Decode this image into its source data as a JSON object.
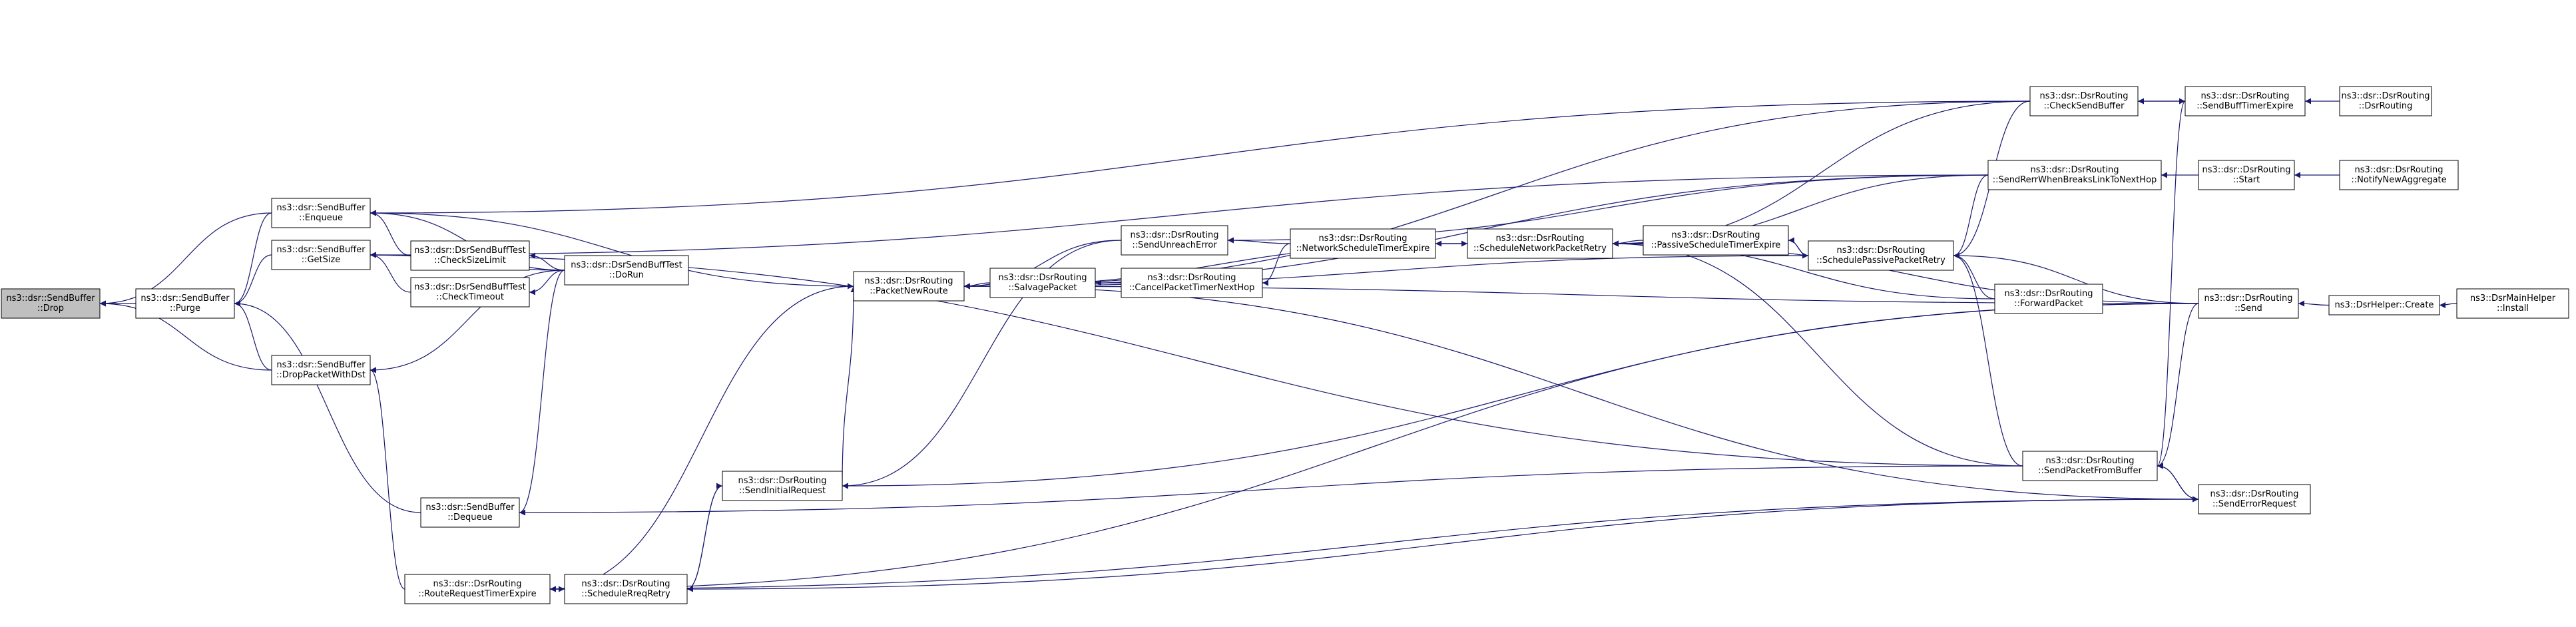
{
  "graph": {
    "title": "",
    "colors": {
      "edge": "#191970",
      "node_border": "#000000",
      "root_fill": "#bfbfbf",
      "node_fill": "#ffffff"
    },
    "nodes": [
      {
        "id": "drop",
        "lines": [
          "ns3::dsr::SendBuffer",
          "::Drop"
        ],
        "root": true
      },
      {
        "id": "purge",
        "lines": [
          "ns3::dsr::SendBuffer",
          "::Purge"
        ]
      },
      {
        "id": "enqueue",
        "lines": [
          "ns3::dsr::SendBuffer",
          "::Enqueue"
        ]
      },
      {
        "id": "getsize",
        "lines": [
          "ns3::dsr::SendBuffer",
          "::GetSize"
        ]
      },
      {
        "id": "droppacketwithdst",
        "lines": [
          "ns3::dsr::SendBuffer",
          "::DropPacketWithDst"
        ]
      },
      {
        "id": "checksizelimit",
        "lines": [
          "ns3::dsr::DsrSendBuffTest",
          "::CheckSizeLimit"
        ]
      },
      {
        "id": "checktimeout",
        "lines": [
          "ns3::dsr::DsrSendBuffTest",
          "::CheckTimeout"
        ]
      },
      {
        "id": "dorun",
        "lines": [
          "ns3::dsr::DsrSendBuffTest",
          "::DoRun"
        ]
      },
      {
        "id": "dequeue",
        "lines": [
          "ns3::dsr::SendBuffer",
          "::Dequeue"
        ]
      },
      {
        "id": "routerequesttimerexpire",
        "lines": [
          "ns3::dsr::DsrRouting",
          "::RouteRequestTimerExpire"
        ]
      },
      {
        "id": "schedulereqretry",
        "lines": [
          "ns3::dsr::DsrRouting",
          "::ScheduleRreqRetry"
        ]
      },
      {
        "id": "sendinitialrequest",
        "lines": [
          "ns3::dsr::DsrRouting",
          "::SendInitialRequest"
        ]
      },
      {
        "id": "packetnewroute",
        "lines": [
          "ns3::dsr::DsrRouting",
          "::PacketNewRoute"
        ]
      },
      {
        "id": "salvagepacket",
        "lines": [
          "ns3::dsr::DsrRouting",
          "::SalvagePacket"
        ]
      },
      {
        "id": "sendunreacherror",
        "lines": [
          "ns3::dsr::DsrRouting",
          "::SendUnreachError"
        ]
      },
      {
        "id": "cancelpackettimernexthop",
        "lines": [
          "ns3::dsr::DsrRouting",
          "::CancelPacketTimerNextHop"
        ]
      },
      {
        "id": "networkscheduletimerexpire",
        "lines": [
          "ns3::dsr::DsrRouting",
          "::NetworkScheduleTimerExpire"
        ]
      },
      {
        "id": "schedulenetworkpacketretry",
        "lines": [
          "ns3::dsr::DsrRouting",
          "::ScheduleNetworkPacketRetry"
        ]
      },
      {
        "id": "passivescheduletimerexpire",
        "lines": [
          "ns3::dsr::DsrRouting",
          "::PassiveScheduleTimerExpire"
        ]
      },
      {
        "id": "schedulepassivepacketretry",
        "lines": [
          "ns3::dsr::DsrRouting",
          "::SchedulePassivePacketRetry"
        ]
      },
      {
        "id": "forwardpacket",
        "lines": [
          "ns3::dsr::DsrRouting",
          "::ForwardPacket"
        ]
      },
      {
        "id": "checksendbuffer",
        "lines": [
          "ns3::dsr::DsrRouting",
          "::CheckSendBuffer"
        ]
      },
      {
        "id": "sendrerrwhenbreakslinktonexthop",
        "lines": [
          "ns3::dsr::DsrRouting",
          "::SendRerrWhenBreaksLinkToNextHop"
        ]
      },
      {
        "id": "sendpacketfrombuffer",
        "lines": [
          "ns3::dsr::DsrRouting",
          "::SendPacketFromBuffer"
        ]
      },
      {
        "id": "senderrorrequest",
        "lines": [
          "ns3::dsr::DsrRouting",
          "::SendErrorRequest"
        ]
      },
      {
        "id": "sendbufftimerexpire",
        "lines": [
          "ns3::dsr::DsrRouting",
          "::SendBuffTimerExpire"
        ]
      },
      {
        "id": "dsrrouting",
        "lines": [
          "ns3::dsr::DsrRouting",
          "::DsrRouting"
        ]
      },
      {
        "id": "start",
        "lines": [
          "ns3::dsr::DsrRouting",
          "::Start"
        ]
      },
      {
        "id": "notifynewaggregate",
        "lines": [
          "ns3::dsr::DsrRouting",
          "::NotifyNewAggregate"
        ]
      },
      {
        "id": "send",
        "lines": [
          "ns3::dsr::DsrRouting",
          "::Send"
        ]
      },
      {
        "id": "dsrhelpercreate",
        "lines": [
          "ns3::DsrHelper::Create"
        ]
      },
      {
        "id": "dsrmainhelperinstall",
        "lines": [
          "ns3::DsrMainHelper",
          "::Install"
        ]
      }
    ],
    "edges": [
      [
        "purge",
        "drop"
      ],
      [
        "enqueue",
        "drop"
      ],
      [
        "droppacketwithdst",
        "drop"
      ],
      [
        "getsize",
        "purge"
      ],
      [
        "enqueue",
        "purge"
      ],
      [
        "droppacketwithdst",
        "purge"
      ],
      [
        "dequeue",
        "purge"
      ],
      [
        "checksizelimit",
        "enqueue"
      ],
      [
        "dorun",
        "enqueue"
      ],
      [
        "packetnewroute",
        "enqueue"
      ],
      [
        "checksendbuffer",
        "enqueue"
      ],
      [
        "checksizelimit",
        "getsize"
      ],
      [
        "checktimeout",
        "getsize"
      ],
      [
        "dorun",
        "getsize"
      ],
      [
        "sendrerrwhenbreakslinktonexthop",
        "getsize"
      ],
      [
        "sendpacketfrombuffer",
        "getsize"
      ],
      [
        "dorun",
        "checksizelimit"
      ],
      [
        "dorun",
        "checktimeout"
      ],
      [
        "dorun",
        "droppacketwithdst"
      ],
      [
        "routerequesttimerexpire",
        "droppacketwithdst"
      ],
      [
        "dorun",
        "dequeue"
      ],
      [
        "sendpacketfrombuffer",
        "dequeue"
      ],
      [
        "schedulereqretry",
        "routerequesttimerexpire"
      ],
      [
        "send",
        "routerequesttimerexpire"
      ],
      [
        "senderrorrequest",
        "routerequesttimerexpire"
      ],
      [
        "routerequesttimerexpire",
        "packetnewroute"
      ],
      [
        "sendinitialrequest",
        "schedulereqretry"
      ],
      [
        "routerequesttimerexpire",
        "schedulereqretry"
      ],
      [
        "schedulereqretry",
        "sendinitialrequest"
      ],
      [
        "sendunreacherror",
        "sendinitialrequest"
      ],
      [
        "send",
        "sendinitialrequest"
      ],
      [
        "sendinitialrequest",
        "packetnewroute"
      ],
      [
        "salvagepacket",
        "packetnewroute"
      ],
      [
        "sendunreacherror",
        "packetnewroute"
      ],
      [
        "schedulenetworkpacketretry",
        "packetnewroute"
      ],
      [
        "schedulepassivepacketretry",
        "packetnewroute"
      ],
      [
        "checksendbuffer",
        "packetnewroute"
      ],
      [
        "sendrerrwhenbreakslinktonexthop",
        "packetnewroute"
      ],
      [
        "send",
        "packetnewroute"
      ],
      [
        "senderrorrequest",
        "packetnewroute"
      ],
      [
        "cancelpackettimernexthop",
        "salvagepacket"
      ],
      [
        "networkscheduletimerexpire",
        "sendunreacherror"
      ],
      [
        "sendrerrwhenbreakslinktonexthop",
        "sendunreacherror"
      ],
      [
        "networkscheduletimerexpire",
        "cancelpackettimernexthop"
      ],
      [
        "schedulenetworkpacketretry",
        "networkscheduletimerexpire"
      ],
      [
        "networkscheduletimerexpire",
        "schedulenetworkpacketretry"
      ],
      [
        "passivescheduletimerexpire",
        "schedulenetworkpacketretry"
      ],
      [
        "forwardpacket",
        "schedulenetworkpacketretry"
      ],
      [
        "sendpacketfrombuffer",
        "schedulenetworkpacketretry"
      ],
      [
        "checksendbuffer",
        "schedulenetworkpacketretry"
      ],
      [
        "sendrerrwhenbreakslinktonexthop",
        "schedulenetworkpacketretry"
      ],
      [
        "send",
        "schedulenetworkpacketretry"
      ],
      [
        "schedulepassivepacketretry",
        "passivescheduletimerexpire"
      ],
      [
        "passivescheduletimerexpire",
        "schedulepassivepacketretry"
      ],
      [
        "forwardpacket",
        "schedulepassivepacketretry"
      ],
      [
        "checksendbuffer",
        "schedulepassivepacketretry"
      ],
      [
        "sendrerrwhenbreakslinktonexthop",
        "schedulepassivepacketretry"
      ],
      [
        "sendpacketfrombuffer",
        "schedulepassivepacketretry"
      ],
      [
        "send",
        "schedulepassivepacketretry"
      ],
      [
        "sendbufftimerexpire",
        "checksendbuffer"
      ],
      [
        "checksendbuffer",
        "sendbufftimerexpire"
      ],
      [
        "start",
        "sendrerrwhenbreakslinktonexthop"
      ],
      [
        "sendbufftimerexpire",
        "sendpacketfrombuffer"
      ],
      [
        "senderrorrequest",
        "sendpacketfrombuffer"
      ],
      [
        "send",
        "sendpacketfrombuffer"
      ],
      [
        "schedulereqretry",
        "senderrorrequest"
      ],
      [
        "sendpacketfrombuffer",
        "senderrorrequest"
      ],
      [
        "dsrrouting",
        "sendbufftimerexpire"
      ],
      [
        "notifynewaggregate",
        "start"
      ],
      [
        "dsrhelpercreate",
        "send"
      ],
      [
        "dsrmainhelperinstall",
        "dsrhelpercreate"
      ]
    ]
  }
}
